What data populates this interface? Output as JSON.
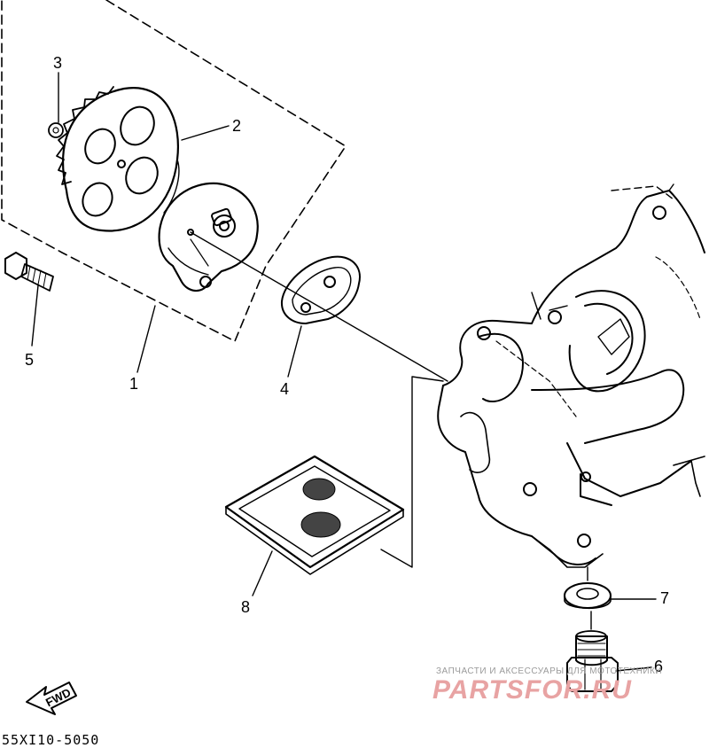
{
  "diagram": {
    "callouts": [
      {
        "id": "1",
        "label": "1"
      },
      {
        "id": "2",
        "label": "2"
      },
      {
        "id": "3",
        "label": "3"
      },
      {
        "id": "4",
        "label": "4"
      },
      {
        "id": "5",
        "label": "5"
      },
      {
        "id": "6",
        "label": "6"
      },
      {
        "id": "7",
        "label": "7"
      },
      {
        "id": "8",
        "label": "8"
      }
    ],
    "fwd_label": "FWD",
    "code": "55XI10-5050"
  },
  "watermark": {
    "top_text": "ЗАПЧАСТИ И АКСЕССУАРЫ ДЛЯ МОТОТЕХНИКИ",
    "logo_text": "PARTSFOR.RU"
  },
  "colors": {
    "line": "#000000",
    "watermark_text": "#9a9a9a",
    "watermark_logo": "#e8a3a3"
  }
}
